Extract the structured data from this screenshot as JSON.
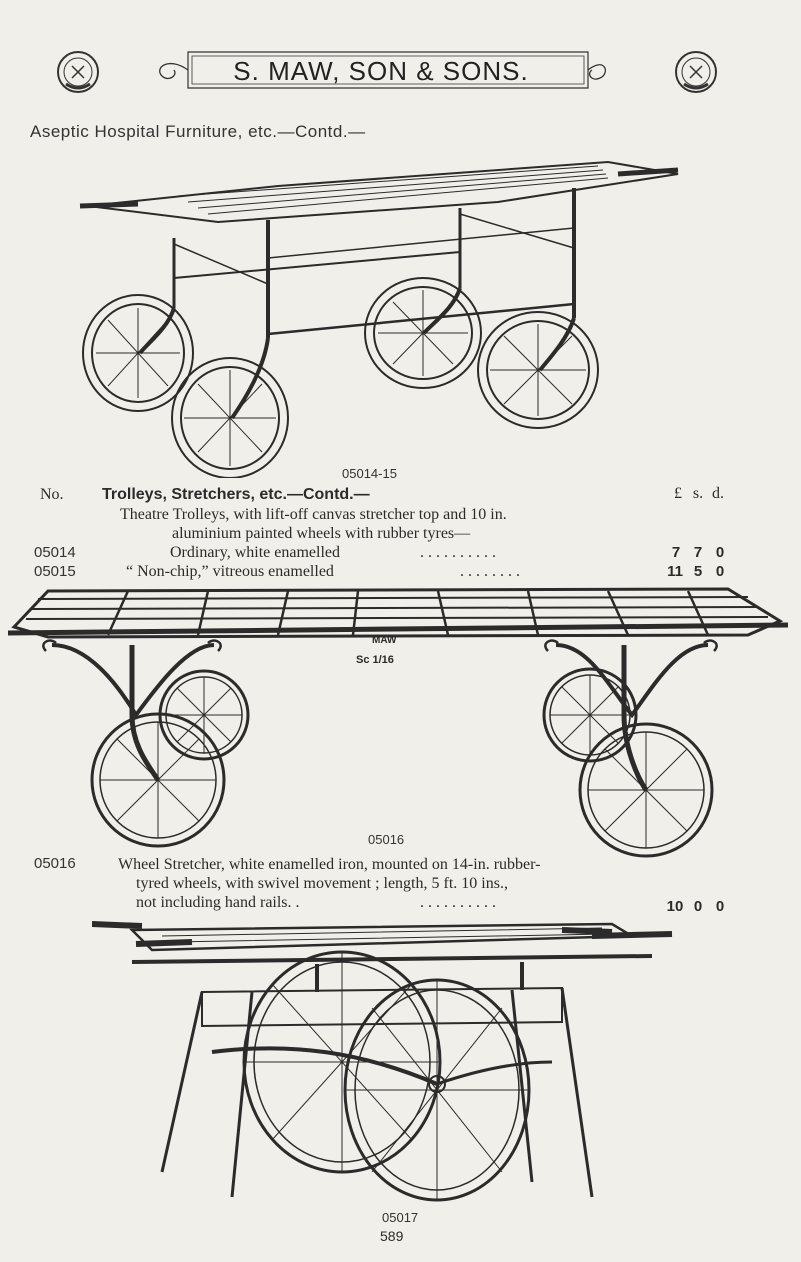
{
  "header": {
    "title": "S. MAW, SON & SONS.",
    "section": "Aseptic Hospital Furniture, etc.—Contd.—"
  },
  "figures": {
    "trolley_label": "05014-15",
    "wheel_stretcher_label": "05016",
    "stand_label": "05017",
    "stretcher_maker_mark": "MAW",
    "stretcher_mark": "Sc 1/16"
  },
  "listing": {
    "no_header": "No.",
    "heading": "Trolleys, Stretchers, etc.—Contd.—",
    "description_line1": "Theatre Trolleys, with lift-off canvas stretcher top and 10 in.",
    "description_line2": "aluminium painted wheels with rubber tyres—",
    "currency_headers": [
      "£",
      "s.",
      "d."
    ],
    "items": [
      {
        "no": "05014",
        "desc": "Ordinary, white enamelled",
        "dots": ". .   . .   . .   . .   . .",
        "price": [
          "7",
          "7",
          "0"
        ]
      },
      {
        "no": "05015",
        "desc": "“ Non-chip,” vitreous enamelled",
        "dots": ". .   . .   . .   . .",
        "price": [
          "11",
          "5",
          "0"
        ]
      }
    ],
    "item_05016": {
      "no": "05016",
      "line1": "Wheel Stretcher, white enamelled iron, mounted on 14-in. rubber-",
      "line2": "tyred wheels, with swivel movement ; length, 5 ft. 10 ins.,",
      "line3": "not including hand rails. .",
      "dots": ". .   . .   . .   . .   . .",
      "price": [
        "10",
        "0",
        "0"
      ]
    }
  },
  "footer": {
    "page": "589"
  }
}
